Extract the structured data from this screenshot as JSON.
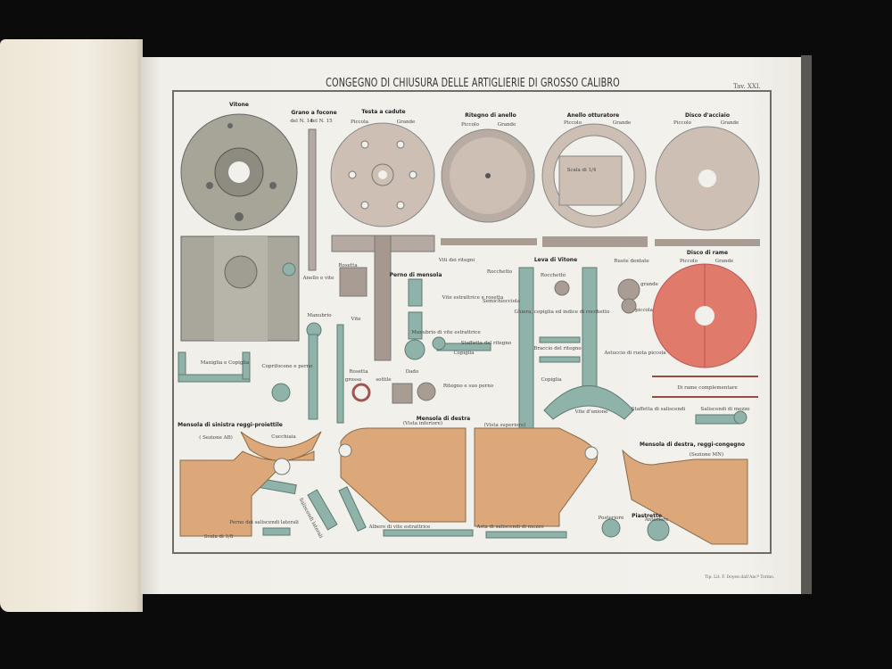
{
  "plate": {
    "title": "CONGEGNO DI CHIUSURA DELLE ARTIGLIERIE DI GROSSO CALIBRO",
    "plate_number": "Tav. XXI.",
    "printer": "Tip. Lit. F. Doyen dall'Ancª Torino."
  },
  "labels": [
    "Vitone",
    "Grano a focone",
    "del N. 14",
    "del N. 15",
    "Testa a cadute",
    "Piccola",
    "Grande",
    "Ritegno di anello",
    "Piccolo",
    "Grande",
    "Anello otturatore",
    "Piccolo",
    "Grande",
    "Disco d'acciaio",
    "Piccolo",
    "Grande",
    "Scala di 1/4",
    "Disco di rame",
    "Piccolo",
    "Grande",
    "Di rame complementare",
    "Rosetta",
    "Anello e vite",
    "Perno di mensola",
    "Viti dei ritegni",
    "Rocchetto",
    "Leva di Vitone",
    "Rocchetto",
    "Ruote dentate",
    "grande",
    "piccola",
    "Vite estrattrice e rosetta",
    "Semichiocciola",
    "Ghiera, copiglia ed indice di rocchetto",
    "Manubrio",
    "Vite",
    "Manubrio di vite estrattrice",
    "Staffetta del ritegno",
    "Braccio del ritegno",
    "Astuccio di ruota piccola",
    "Copiglia",
    "Copiglia",
    "Maniglia e Copiglia",
    "Coprifocone e perno",
    "Rosetta",
    "grossa",
    "sottile",
    "Dado",
    "Ritegno e suo perno",
    "Vite d'unione",
    "Staffetta di saliscendi",
    "Saliscendi di mezzo",
    "Mensola di sinistra reggi-proiettile",
    "( Sezione AB)",
    "Cucchiaia",
    "Mensola di destra",
    "(Vista inferiore)",
    "(Vista superiore)",
    "Mensola di destra, reggi-congegno",
    "(Sezione MN)",
    "Perno dei saliscendi laterali",
    "Scala di 1/8",
    "Saliscendi laterali",
    "Albero di vite estrattrice",
    "Asta di saliscendi di mezzo",
    "Piastrette",
    "Posteriore",
    "Anteriore"
  ],
  "colors": {
    "steel": "#a7a498",
    "bronze": "#cdbfb4",
    "copper": "#e07b6b",
    "iron": "#8fb2a9",
    "brass": "#dca87a"
  }
}
